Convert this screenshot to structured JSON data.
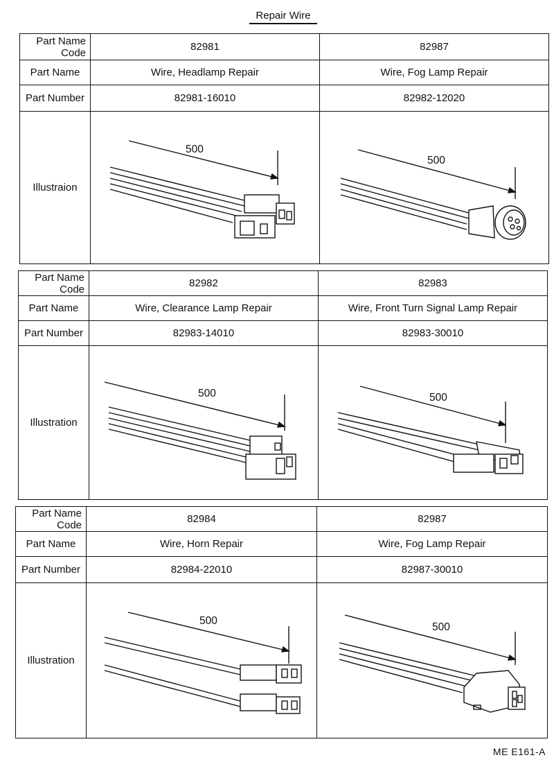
{
  "title": "Repair Wire",
  "headers": {
    "code_line1": "Part Name",
    "code_line2": "Code",
    "part_name": "Part Name",
    "part_number": "Part Number"
  },
  "blocks": [
    {
      "illustration_label": "Illustraion",
      "items": [
        {
          "code": "82981",
          "name": "Wire, Headlamp Repair",
          "number": "82981-16010",
          "dimension": "500"
        },
        {
          "code": "82987",
          "name": "Wire, Fog Lamp Repair",
          "number": "82982-12020",
          "dimension": "500"
        }
      ]
    },
    {
      "illustration_label": "Illustration",
      "items": [
        {
          "code": "82982",
          "name": "Wire, Clearance Lamp Repair",
          "number": "82983-14010",
          "dimension": "500"
        },
        {
          "code": "82983",
          "name": "Wire, Front Turn Signal Lamp Repair",
          "number": "82983-30010",
          "dimension": "500"
        }
      ]
    },
    {
      "illustration_label": "Illustration",
      "items": [
        {
          "code": "82984",
          "name": "Wire, Horn Repair",
          "number": "82984-22010",
          "dimension": "500"
        },
        {
          "code": "82987",
          "name": "Wire, Fog Lamp Repair",
          "number": "82987-30010",
          "dimension": "500"
        }
      ]
    }
  ],
  "footer": "ME  E161-A"
}
